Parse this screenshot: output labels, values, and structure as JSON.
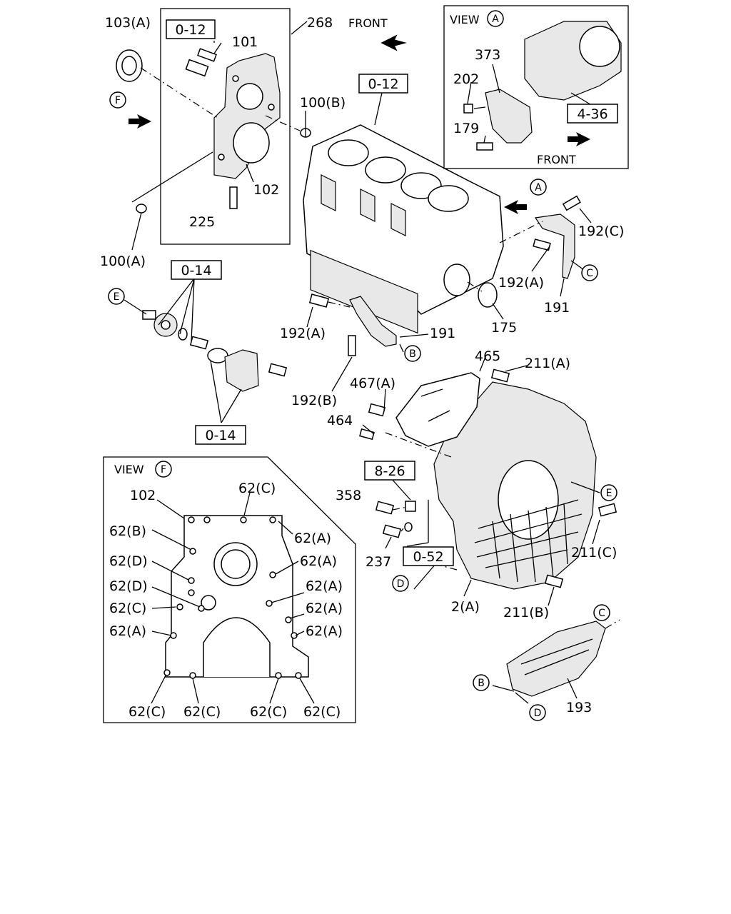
{
  "diagram": {
    "labels": {
      "l103A": "103(A)",
      "l268": "268",
      "front_top": "FRONT",
      "l101": "101",
      "l100B": "100(B)",
      "l102a": "102",
      "l225": "225",
      "l100A": "100(A)",
      "l192C": "192(C)",
      "l192A_r": "192(A)",
      "l191_r": "191",
      "l175": "175",
      "l192A_l": "192(A)",
      "l191_m": "191",
      "l192B": "192(B)",
      "l465": "465",
      "l211A": "211(A)",
      "l467A": "467(A)",
      "l464": "464",
      "l358": "358",
      "l237": "237",
      "l211C": "211(C)",
      "l2A": "2(A)",
      "l211B": "211(B)",
      "l193": "193",
      "view_a_title": "VIEW",
      "l373": "373",
      "l202": "202",
      "l179": "179",
      "front_view_a": "FRONT",
      "view_f_title": "VIEW",
      "l102b": "102",
      "f62C_top": "62(C)",
      "f62B": "62(B)",
      "f62A_1": "62(A)",
      "f62D_1": "62(D)",
      "f62A_2": "62(A)",
      "f62D_2": "62(D)",
      "f62A_3": "62(A)",
      "f62C_l": "62(C)",
      "f62A_4": "62(A)",
      "f62A_l": "62(A)",
      "f62A_5": "62(A)",
      "f62C_b1": "62(C)",
      "f62C_b2": "62(C)",
      "f62C_b3": "62(C)",
      "f62C_b4": "62(C)"
    },
    "refs": {
      "r012_a": "0-12",
      "r012_b": "0-12",
      "r014_a": "0-14",
      "r014_b": "0-14",
      "r826": "8-26",
      "r052": "0-52",
      "r436": "4-36"
    },
    "callouts": {
      "cF1": "F",
      "cA1": "A",
      "cC1": "C",
      "cE1": "E",
      "cB1": "B",
      "cE2": "E",
      "cD1": "D",
      "cC2": "C",
      "cB2": "B",
      "cD2": "D",
      "cA_view": "A",
      "cF_view": "F"
    }
  }
}
